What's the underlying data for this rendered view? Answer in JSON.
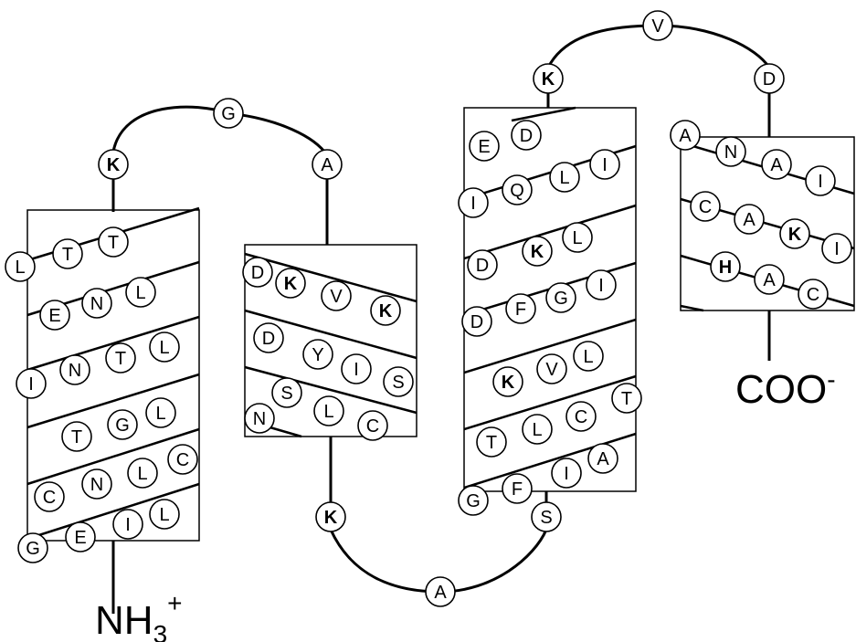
{
  "colors": {
    "ink": "#000000",
    "background": "#ffffff",
    "highlight_fill": "#000000",
    "highlight_text": "#ffffff",
    "normal_fill": "#ffffff"
  },
  "termini": {
    "n_main": "NH",
    "n_sub": "3",
    "n_sup": "+",
    "c_main": "COO",
    "c_sup": "-"
  },
  "helices": [
    {
      "id": "helix-1",
      "residues": [
        "G",
        "E",
        "I",
        "L",
        "C",
        "N",
        "L",
        "C",
        "T",
        "G",
        "L",
        "I",
        "N",
        "T",
        "L",
        "E",
        "N",
        "L",
        "L",
        "T",
        "T"
      ],
      "highlight": []
    },
    {
      "id": "helix-2",
      "residues": [
        "N",
        "S",
        "L",
        "C",
        "D",
        "Y",
        "I",
        "S",
        "D",
        "K",
        "V",
        "K"
      ],
      "highlight": [
        9,
        11
      ]
    },
    {
      "id": "helix-3",
      "residues": [
        "G",
        "F",
        "I",
        "A",
        "T",
        "L",
        "C",
        "T",
        "K",
        "V",
        "L",
        "D",
        "F",
        "G",
        "I",
        "D",
        "K",
        "L",
        "I",
        "Q",
        "L",
        "I",
        "E",
        "D"
      ],
      "highlight": [
        8,
        16
      ]
    },
    {
      "id": "helix-4",
      "residues": [
        "A",
        "N",
        "A",
        "I",
        "C",
        "A",
        "K",
        "I",
        "H",
        "A",
        "C"
      ],
      "highlight": [
        6,
        8
      ]
    }
  ],
  "loops": [
    {
      "id": "loop-1",
      "residues": [
        "K",
        "G",
        "A"
      ],
      "highlight": [
        0
      ]
    },
    {
      "id": "loop-2",
      "residues": [
        "K",
        "A",
        "S"
      ],
      "highlight": [
        0
      ]
    },
    {
      "id": "loop-3",
      "residues": [
        "K",
        "V",
        "D"
      ],
      "highlight": [
        0
      ]
    }
  ]
}
